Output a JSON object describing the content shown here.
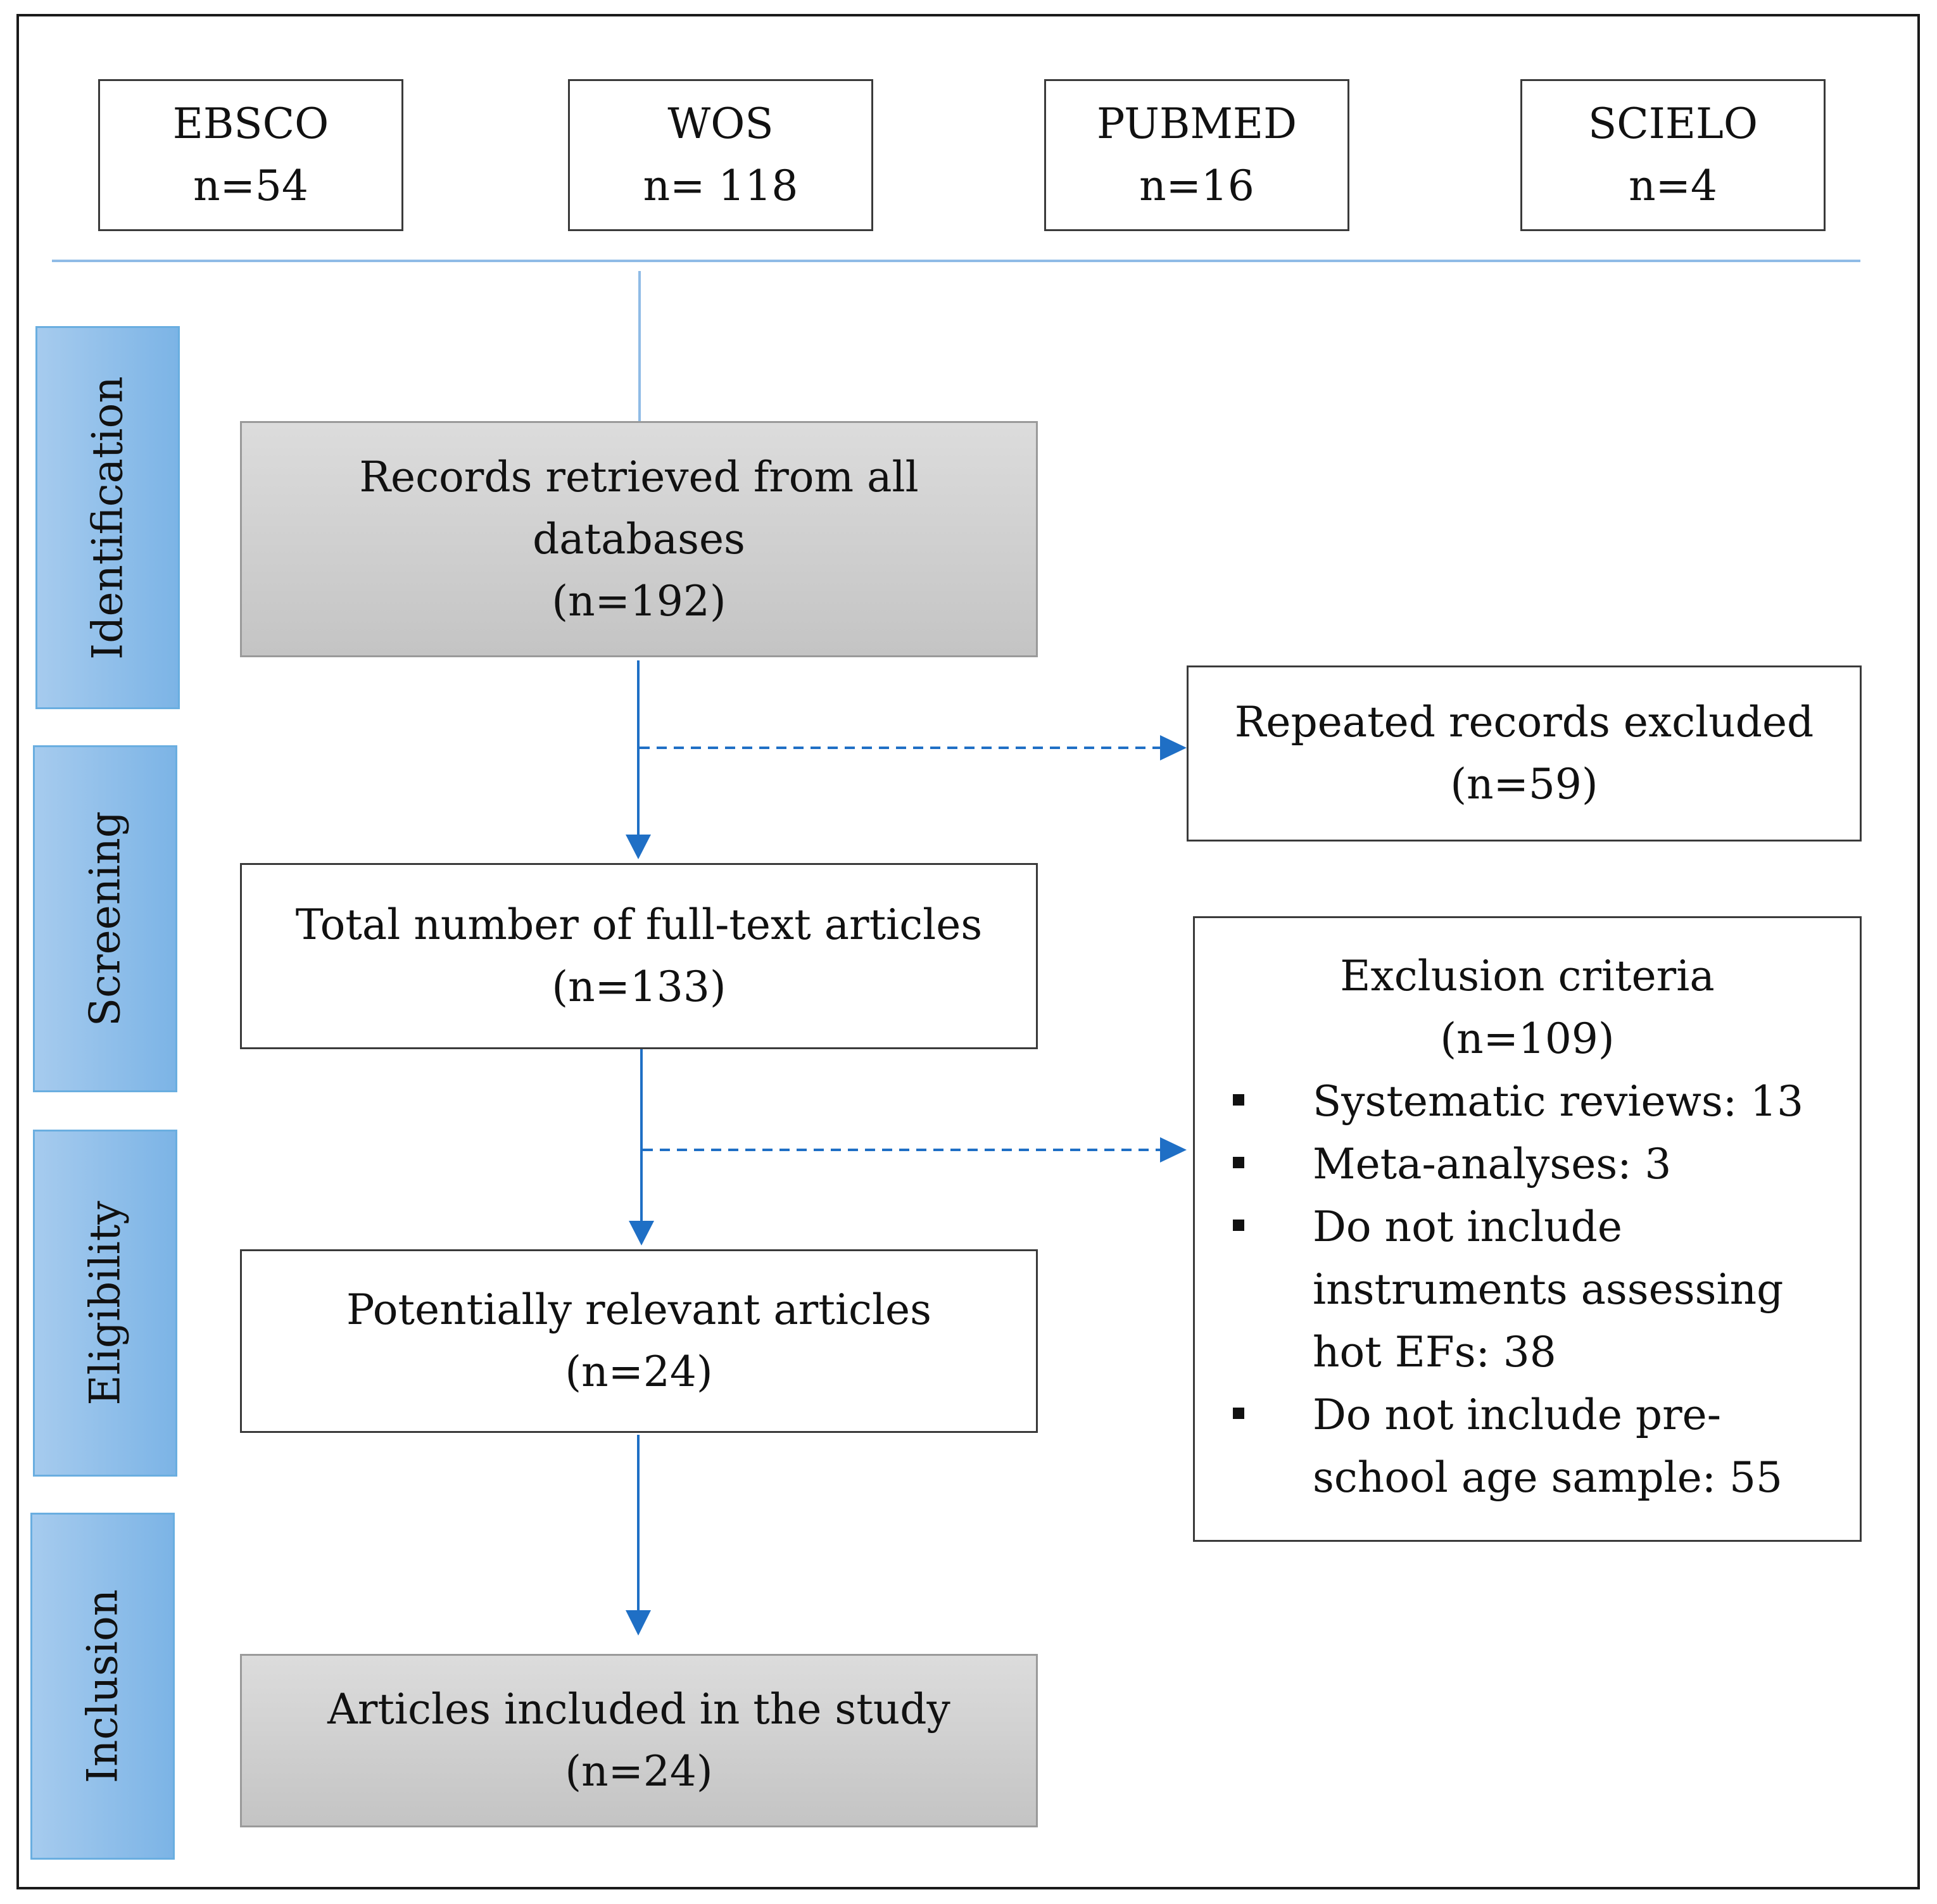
{
  "databases": [
    {
      "name": "EBSCO",
      "count": "n=54"
    },
    {
      "name": "WOS",
      "count": "n= 118"
    },
    {
      "name": "PUBMED",
      "count": "n=16"
    },
    {
      "name": "SCIELO",
      "count": "n=4"
    }
  ],
  "phases": {
    "identification": "Identification",
    "screening": "Screening",
    "eligibility": "Eligibility",
    "inclusion": "Inclusion"
  },
  "flow": {
    "retrieved": {
      "line1": "Records retrieved from all",
      "line2": "databases",
      "count": "(n=192)"
    },
    "fulltext": {
      "line1": "Total number of full-text articles",
      "count": "(n=133)"
    },
    "relevant": {
      "line1": "Potentially relevant articles",
      "count": "(n=24)"
    },
    "included": {
      "line1": "Articles included in the study",
      "count": "(n=24)"
    }
  },
  "excluded_repeated": {
    "line1": "Repeated records excluded",
    "count": "(n=59)"
  },
  "exclusion_criteria": {
    "title": "Exclusion criteria",
    "count": "(n=109)",
    "items": [
      "Systematic reviews: 13",
      "Meta-analyses: 3",
      "Do not include instruments assessing hot EFs: 38",
      "Do not include pre-school age sample: 55"
    ]
  },
  "colors": {
    "arrow": "#1f6fc5",
    "divider": "#8fbbe6",
    "phase_fill": "#8ebfea",
    "gray_box": "#d0d0d0"
  }
}
